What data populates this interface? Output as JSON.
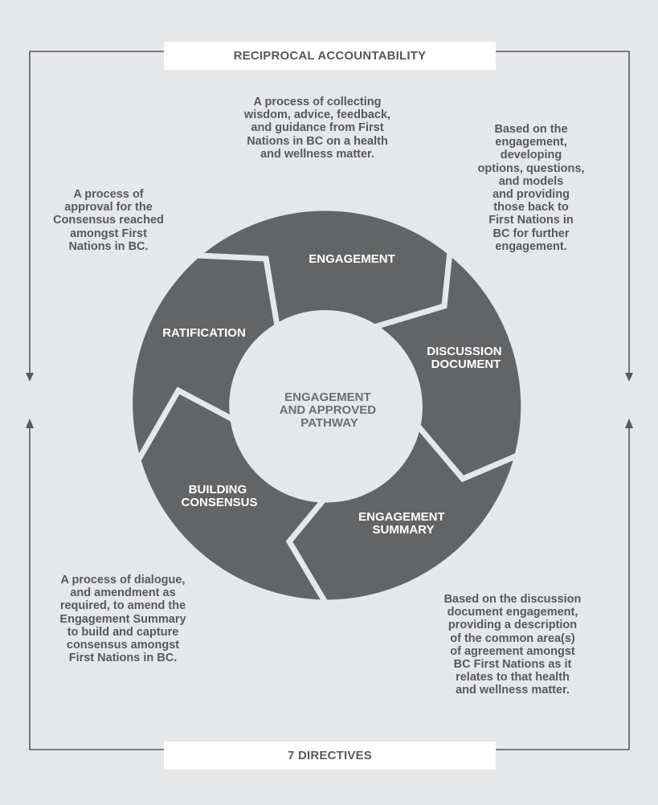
{
  "frame": {
    "top_label": "RECIPROCAL ACCOUNTABILITY",
    "bottom_label": "7 DIRECTIVES"
  },
  "center": {
    "lines": [
      "ENGAGEMENT",
      "AND APPROVED",
      "PATHWAY"
    ]
  },
  "segments": [
    {
      "id": "engagement",
      "lines": [
        "ENGAGEMENT"
      ]
    },
    {
      "id": "discussion",
      "lines": [
        "DISCUSSION",
        "DOCUMENT"
      ]
    },
    {
      "id": "summary",
      "lines": [
        "ENGAGEMENT",
        "SUMMARY"
      ]
    },
    {
      "id": "building",
      "lines": [
        "BUILDING",
        "CONSENSUS"
      ]
    },
    {
      "id": "ratification",
      "lines": [
        "RATIFICATION"
      ]
    }
  ],
  "descriptions": {
    "engagement": [
      "A process of collecting",
      "wisdom, advice, feedback,",
      "and guidance from First",
      "Nations in BC on a health",
      "and wellness matter."
    ],
    "discussion": [
      "Based on the",
      "engagement,",
      "developing",
      "options, questions,",
      "and models",
      "and providing",
      "those back to",
      "First Nations in",
      "BC for further",
      "engagement."
    ],
    "ratification": [
      "A process of",
      "approval for the",
      "Consensus reached",
      "amongst First",
      "Nations in BC."
    ],
    "building": [
      "A process of dialogue,",
      "and amendment as",
      "required, to amend the",
      "Engagement Summary",
      "to build and capture",
      "consensus amongst",
      "First Nations in BC."
    ],
    "summary": [
      "Based on the discussion",
      "document engagement,",
      "providing a description",
      "of the common area(s)",
      "of agreement amongst",
      "BC First Nations as it",
      "relates to that health",
      "and wellness matter."
    ]
  },
  "colors": {
    "background": "#e6e7e8",
    "segment": "#636466",
    "line": "#58595b",
    "text": "#58595b"
  }
}
